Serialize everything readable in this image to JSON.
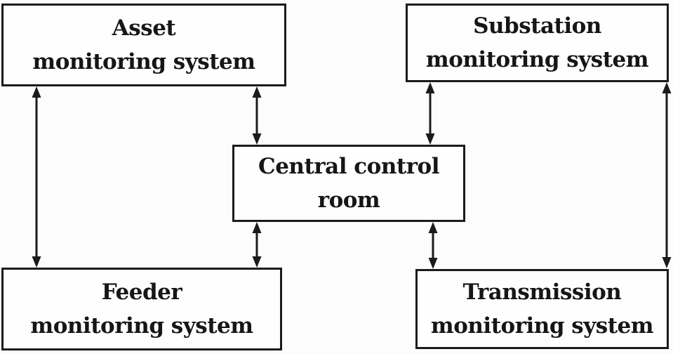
{
  "diagram": {
    "nodes": {
      "asset": {
        "label": "Asset\nmonitoring system"
      },
      "substation": {
        "label": "Substation\nmonitoring system"
      },
      "central": {
        "label": "Central control\nroom"
      },
      "feeder": {
        "label": "Feeder\nmonitoring system"
      },
      "transmission": {
        "label": "Transmission\nmonitoring system"
      }
    },
    "edges": [
      {
        "from": "asset",
        "to": "central",
        "direction": "bidirectional"
      },
      {
        "from": "substation",
        "to": "central",
        "direction": "bidirectional"
      },
      {
        "from": "feeder",
        "to": "central",
        "direction": "bidirectional"
      },
      {
        "from": "transmission",
        "to": "central",
        "direction": "bidirectional"
      },
      {
        "from": "asset",
        "to": "feeder",
        "direction": "bidirectional"
      },
      {
        "from": "substation",
        "to": "transmission",
        "direction": "bidirectional"
      }
    ],
    "colors": {
      "line": "#1b1b1b",
      "text": "#161616",
      "box_fill": "#fefefe",
      "background": "#fcfcfc"
    }
  }
}
